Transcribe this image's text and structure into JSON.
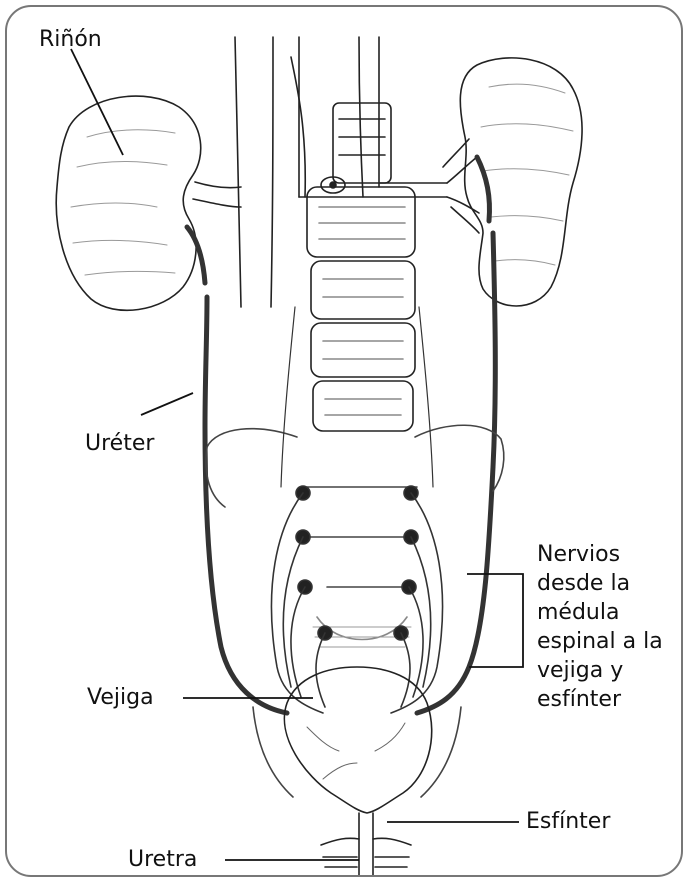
{
  "labels": {
    "kidney": "Riñón",
    "ureter": "Uréter",
    "nerves": "Nervios desde la médula espinal a la vejiga y esfínter",
    "bladder": "Vejiga",
    "sphincter": "Esfínter",
    "urethra": "Uretra"
  }
}
